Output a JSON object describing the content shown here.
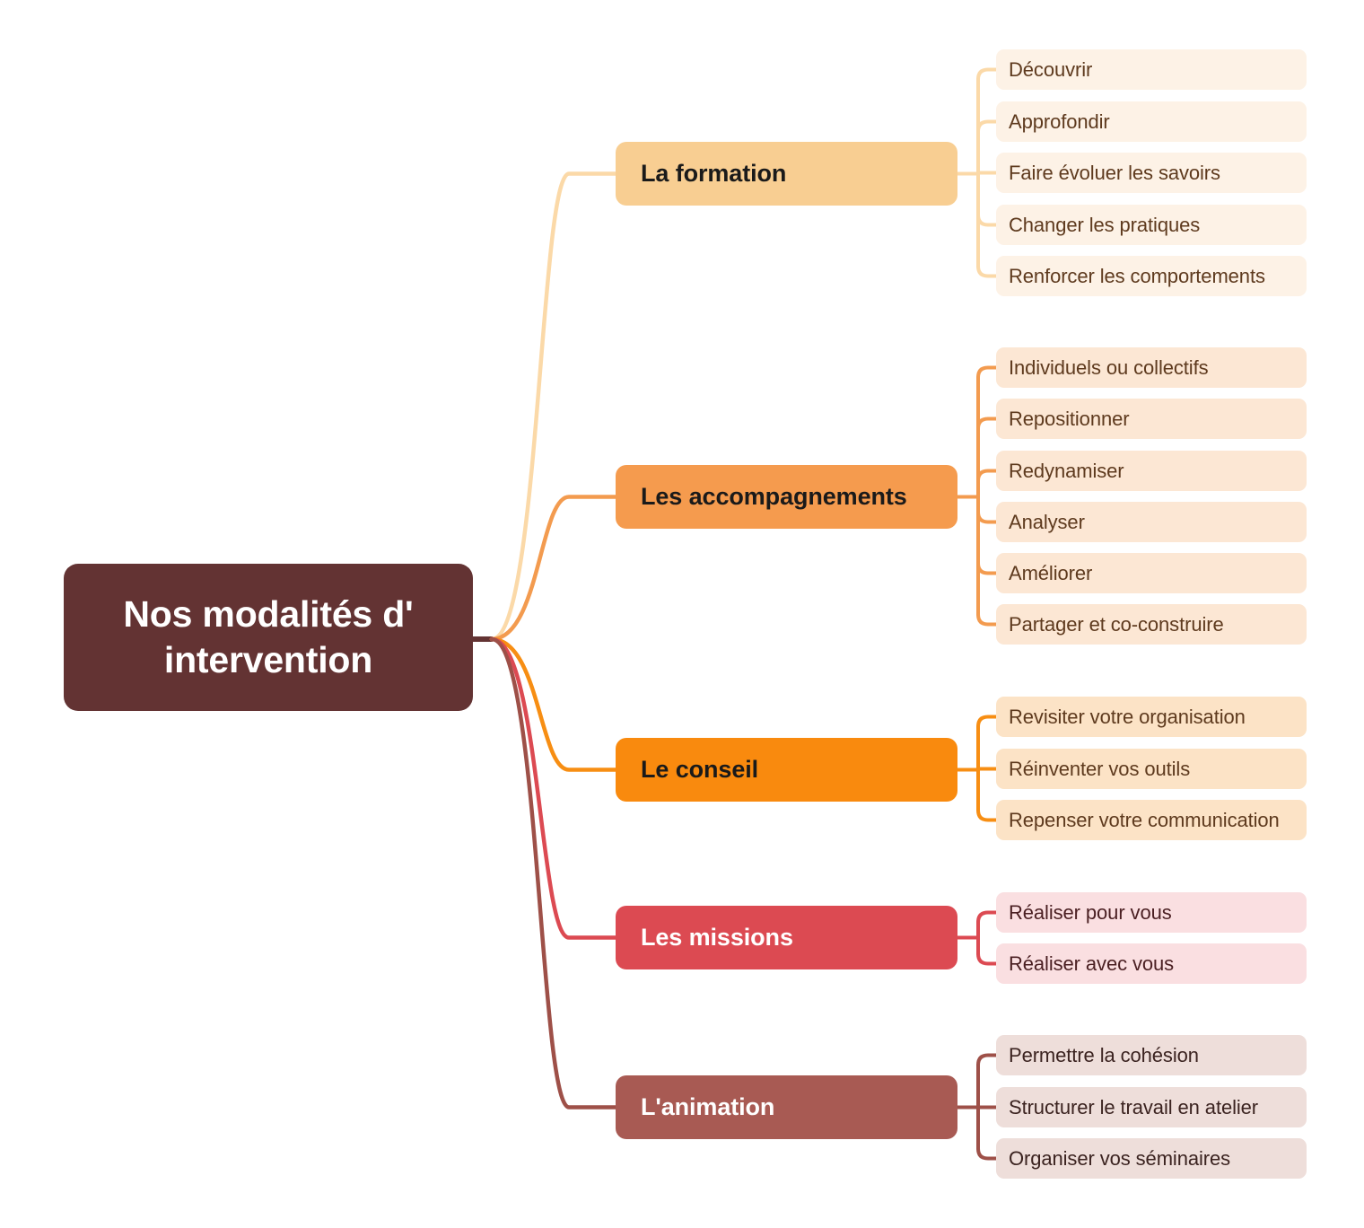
{
  "diagram": {
    "type": "mind-map",
    "orientation": "left-to-right",
    "background": "#ffffff",
    "root": {
      "label": "Nos modalités d' intervention",
      "fill": "#633333",
      "text_color": "#ffffff"
    },
    "branches": [
      {
        "label": "La formation",
        "fill": "#F8CE92",
        "text_color": "#1a1a1a",
        "link_color": "#FBD9A8",
        "leaf_fill": "#FDF2E6",
        "leaf_text_color": "#5E3A1E",
        "children": [
          "Découvrir",
          "Approfondir",
          "Faire évoluer les savoirs",
          "Changer les pratiques",
          "Renforcer les comportements"
        ]
      },
      {
        "label": "Les accompagnements",
        "fill": "#F59B4E",
        "text_color": "#1a1a1a",
        "link_color": "#F39B4F",
        "leaf_fill": "#FCE7D4",
        "leaf_text_color": "#5E3A1E",
        "children": [
          "Individuels ou collectifs",
          "Repositionner",
          "Redynamiser",
          "Analyser",
          "Améliorer",
          "Partager et co-construire"
        ]
      },
      {
        "label": "Le conseil",
        "fill": "#F98A0E",
        "text_color": "#1a1a1a",
        "link_color": "#F78E13",
        "leaf_fill": "#FCE3C6",
        "leaf_text_color": "#5E3A1E",
        "children": [
          "Revisiter votre organisation",
          "Réinventer vos outils",
          "Repenser votre communication"
        ]
      },
      {
        "label": "Les missions",
        "fill": "#DC4A52",
        "text_color": "#ffffff",
        "link_color": "#DC4A52",
        "leaf_fill": "#FADFE1",
        "leaf_text_color": "#4A1F22",
        "children": [
          "Réaliser pour vous",
          "Réaliser avec vous"
        ]
      },
      {
        "label": "L'animation",
        "fill": "#A85A53",
        "text_color": "#ffffff",
        "link_color": "#9E5048",
        "leaf_fill": "#EEDEDA",
        "leaf_text_color": "#3B2320",
        "children": [
          "Permettre la cohésion",
          "Structurer le travail en atelier",
          "Organiser vos séminaires"
        ]
      }
    ]
  }
}
